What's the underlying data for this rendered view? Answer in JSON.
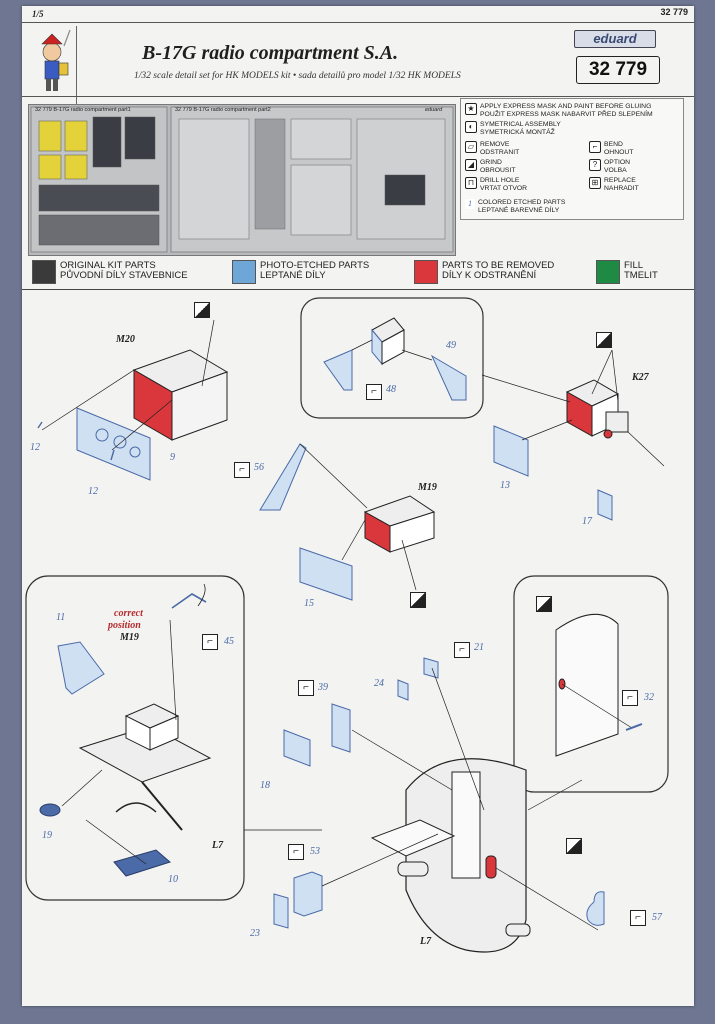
{
  "header": {
    "page": "1/5",
    "kit_code_top": "32 779",
    "title": "B-17G radio compartment S.A.",
    "subtitle": "1/32 scale detail set for HK MODELS kit  •  sada detailů pro model 1/32 HK MODELS",
    "brand": "eduard",
    "kit_number": "32 779"
  },
  "fret": {
    "label_left": "32 779  B-17G radio compartment part1",
    "label_right": "32 779  B-17G radio compartment  part2",
    "brand": "eduard"
  },
  "legend": {
    "items": [
      {
        "icon": "★",
        "text": "APPLY EXPRESS MASK AND PAINT BEFORE GLUING\nPOUŽIT EXPRESS MASK NABARVIT PŘED SLEPENÍM"
      },
      {
        "icon": "◐",
        "text": "SYMETRICAL ASSEMBLY\nSYMETRICKÁ MONTÁŽ"
      },
      {
        "icon": "▱",
        "text": "REMOVE\nODSTRANIT"
      },
      {
        "icon": "◢",
        "text": "GRIND\nOBROUSIT"
      },
      {
        "icon": "⊓",
        "text": "DRILL HOLE\nVRTAT OTVOR"
      },
      {
        "icon": "1",
        "text": "COLORED ETCHED PARTS\nLEPTANÉ BAREVNÉ DÍLY"
      },
      {
        "icon": "⌐",
        "text": "BEND\nOHNOUT"
      },
      {
        "icon": "?",
        "text": "OPTION\nVOLBA"
      },
      {
        "icon": "⊞",
        "text": "REPLACE\nNAHRADIT"
      }
    ]
  },
  "colors": {
    "original": "#3a3a3a",
    "photo_etched": "#6fa6d8",
    "remove": "#d9373b",
    "fill": "#1e8a43"
  },
  "color_legend": [
    {
      "text": "ORIGINAL KIT PARTS\nPŮVODNÍ DÍLY STAVEBNICE"
    },
    {
      "text": "PHOTO-ETCHED PARTS\nLEPTANÉ DÍLY"
    },
    {
      "text": "PARTS TO BE REMOVED\nDÍLY K ODSTRANĚNÍ"
    },
    {
      "text": "FILL\nTMELIT"
    }
  ],
  "parts": {
    "m20": "M20",
    "k27": "K27",
    "m19": "M19",
    "m19_b": "M19",
    "l7": "L7",
    "l7_b": "L7",
    "correct": "correct",
    "position": "position"
  },
  "numbers": {
    "n12a": "12",
    "n12b": "12",
    "n9": "9",
    "n48": "48",
    "n49": "49",
    "n13": "13",
    "n17": "17",
    "n56": "56",
    "n15": "15",
    "n11": "11",
    "n45": "45",
    "n19": "19",
    "n10": "10",
    "n21": "21",
    "n24": "24",
    "n39": "39",
    "n18": "18",
    "n53": "53",
    "n23": "23",
    "n32": "32",
    "n57": "57"
  }
}
